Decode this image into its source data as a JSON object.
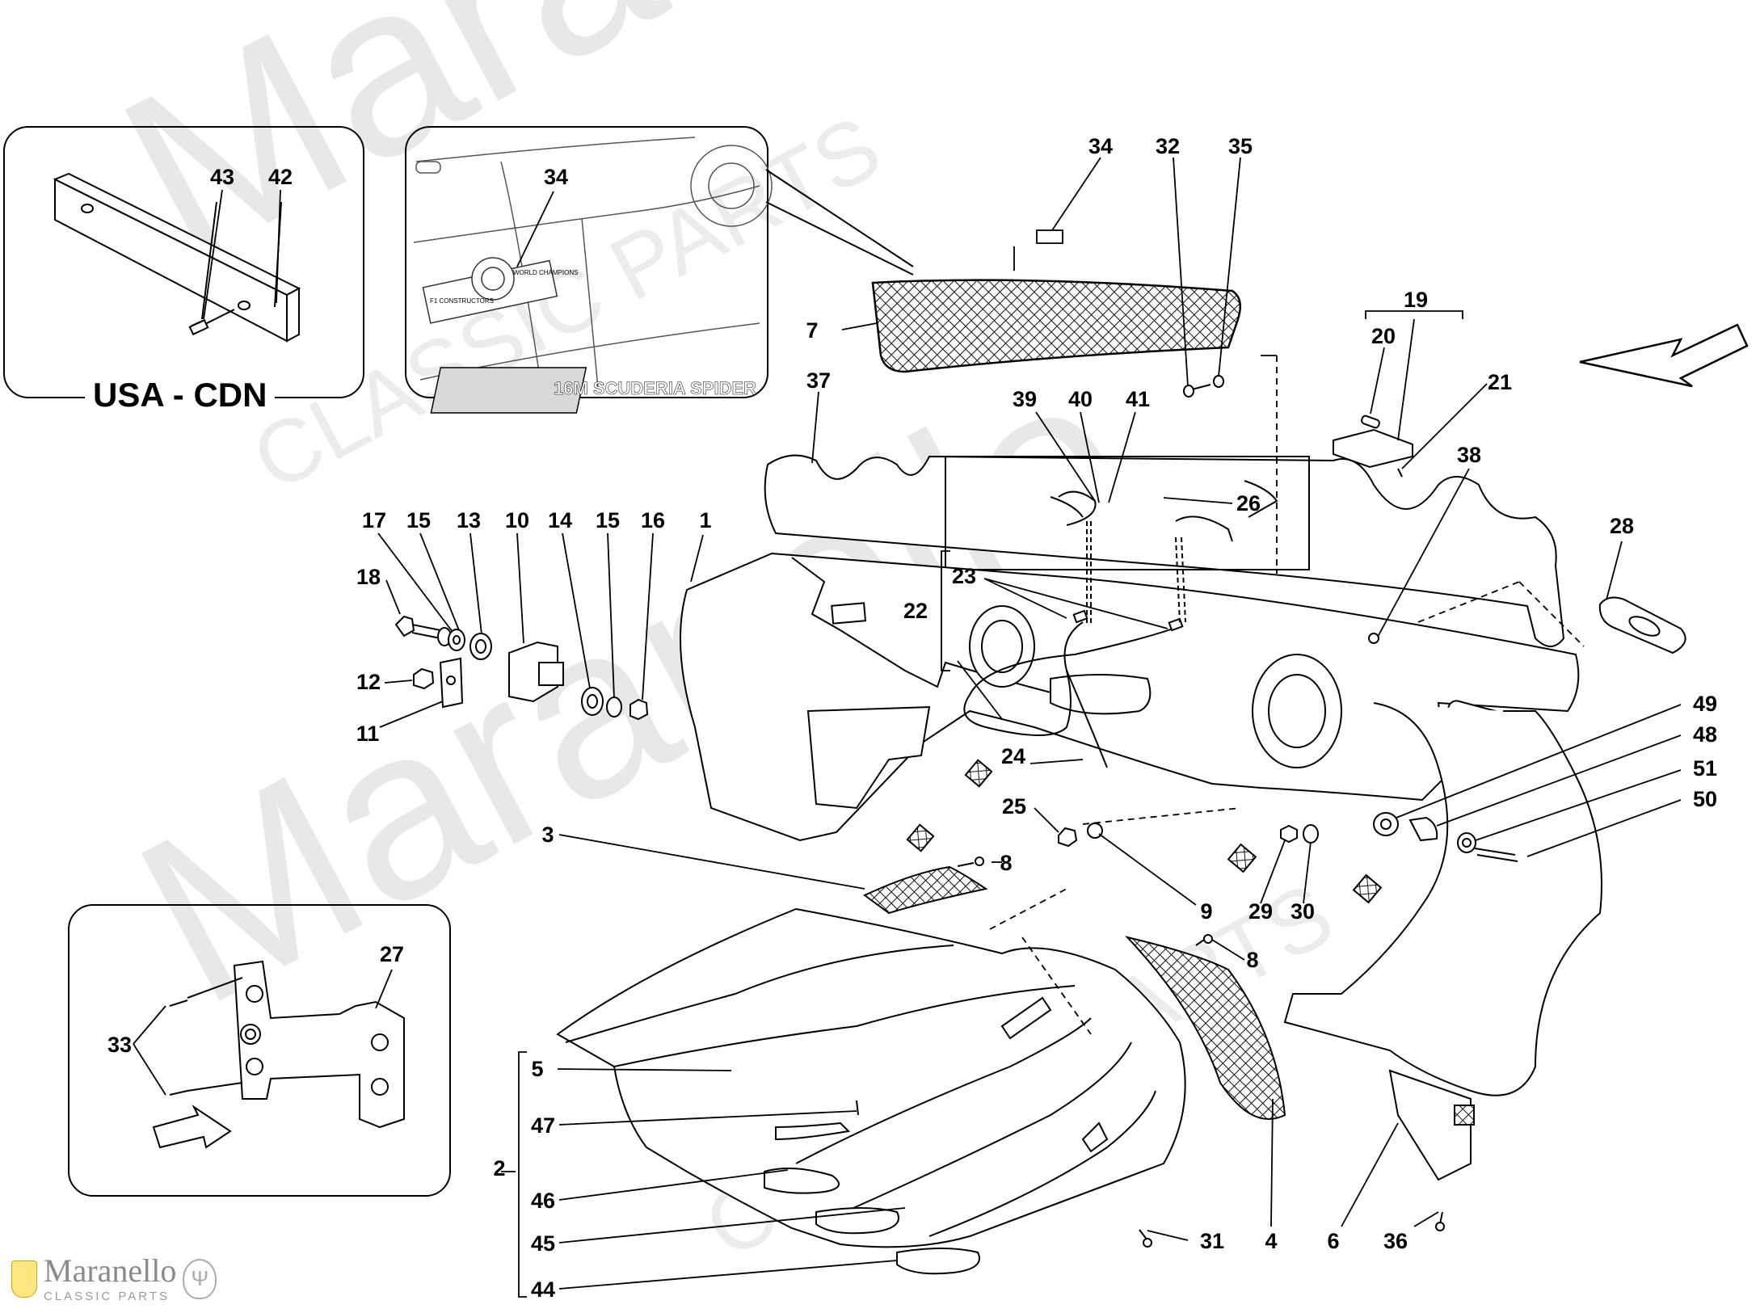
{
  "watermark": {
    "main": "Maranello",
    "sub": "CLASSIC PARTS"
  },
  "brand": {
    "name": "Maranello",
    "sub": "CLASSIC PARTS"
  },
  "insets": {
    "usa_cdn_label": "USA - CDN",
    "badge_text": "16M SCUDERIA SPIDER",
    "badge_small_left": "F1 CONSTRUCTORS",
    "badge_small_right": "WORLD CHAMPIONS"
  },
  "callouts": [
    "1",
    "2",
    "3",
    "4",
    "5",
    "6",
    "7",
    "8",
    "8",
    "9",
    "10",
    "11",
    "12",
    "13",
    "14",
    "15",
    "15",
    "16",
    "17",
    "18",
    "19",
    "20",
    "21",
    "22",
    "23",
    "24",
    "25",
    "26",
    "27",
    "28",
    "29",
    "30",
    "31",
    "32",
    "33",
    "34",
    "34",
    "35",
    "36",
    "37",
    "38",
    "39",
    "40",
    "41",
    "42",
    "43",
    "44",
    "45",
    "46",
    "47",
    "48",
    "49",
    "50",
    "51"
  ],
  "colors": {
    "line": "#000000",
    "watermark": "#c8c8c8",
    "brand": "#8a8a8a"
  }
}
